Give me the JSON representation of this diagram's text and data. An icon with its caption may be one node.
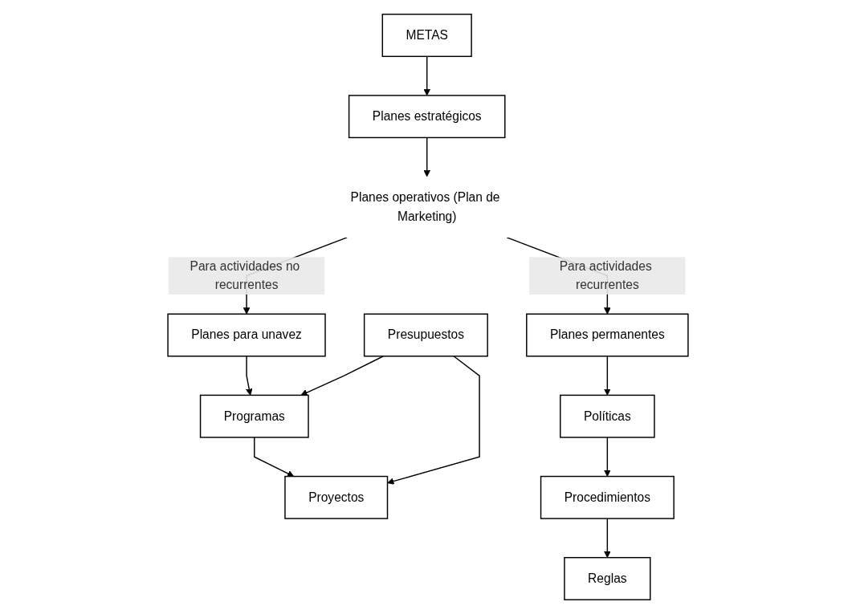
{
  "diagram": {
    "nodes": [
      {
        "text": [
          "METAS"
        ]
      },
      {
        "text": [
          "Planes estratégicos"
        ]
      },
      {
        "text": [
          "Planes operativos (Plan de Marketing)"
        ]
      },
      {
        "text": [
          "Planes para unavez"
        ]
      },
      {
        "text": [
          "Planes permanentes"
        ]
      },
      {
        "text": [
          "Programas"
        ]
      },
      {
        "text": [
          "Proyectos"
        ]
      },
      {
        "text": [
          "Presupuestos"
        ]
      },
      {
        "text": [
          "Políticas"
        ]
      },
      {
        "text": [
          "Procedimientos"
        ]
      },
      {
        "text": [
          "Reglas"
        ]
      }
    ],
    "edges": [
      {
        "from": 0,
        "to": 1,
        "arrow": "to"
      },
      {
        "from": 1,
        "to": 2,
        "arrow": "to"
      },
      {
        "from": 2,
        "to": 3,
        "arrow": "to",
        "label": "Para actividades no recurrentes"
      },
      {
        "from": 2,
        "to": 4,
        "arrow": "to",
        "label": "Para actividades recurrentes"
      },
      {
        "from": 3,
        "to": 5,
        "arrow": "to"
      },
      {
        "from": 5,
        "to": 6,
        "arrow": "to"
      },
      {
        "from": 7,
        "to": 5,
        "arrow": "to"
      },
      {
        "from": 7,
        "to": 6,
        "arrow": "to"
      },
      {
        "from": 4,
        "to": 8,
        "arrow": "to"
      },
      {
        "from": 8,
        "to": 9,
        "arrow": "to"
      },
      {
        "from": 9,
        "to": 10,
        "arrow": "to"
      }
    ]
  }
}
